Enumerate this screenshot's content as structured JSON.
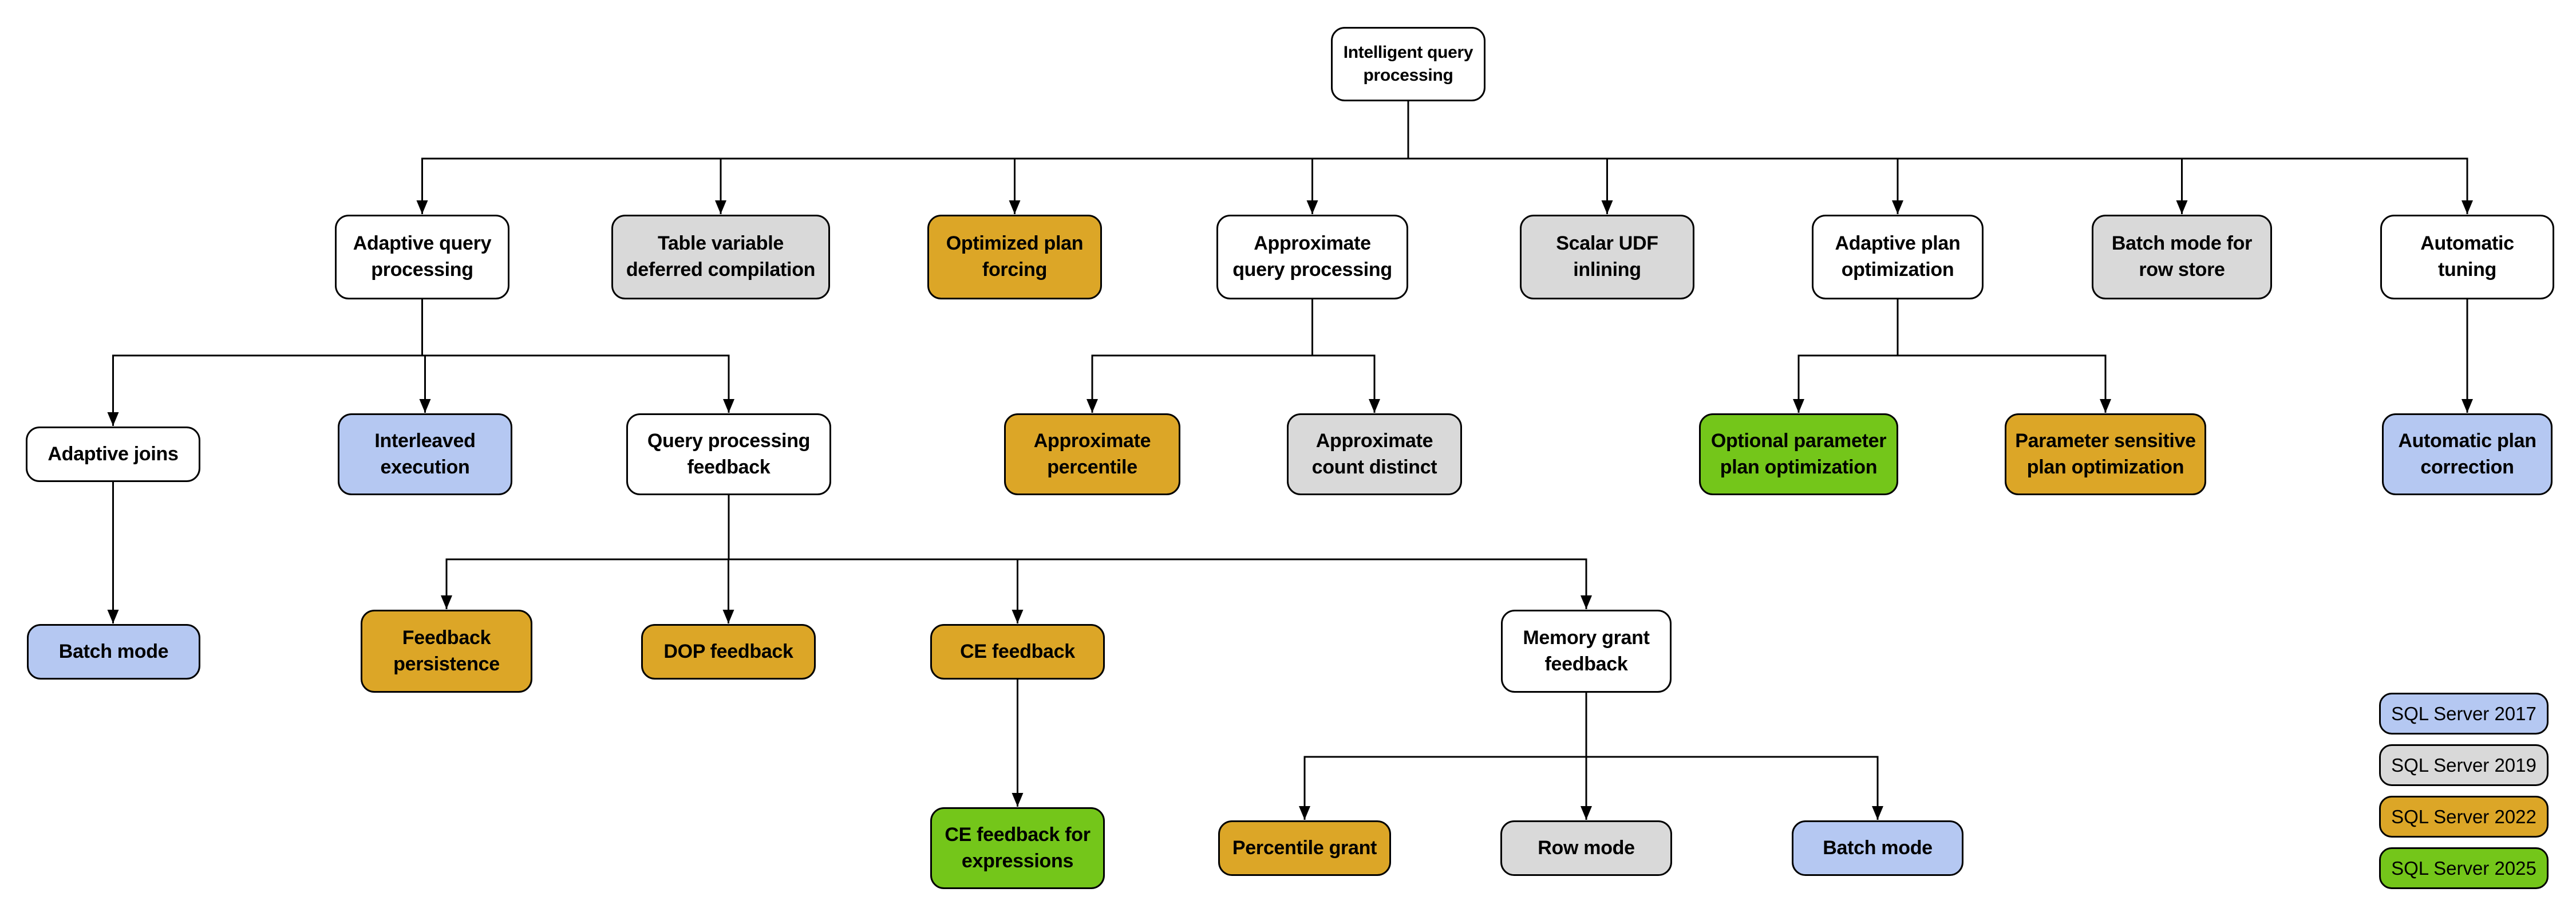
{
  "diagram": {
    "palette": {
      "plain": "#ffffff",
      "v2017": "#b5c8f2",
      "v2019": "#d9d9d9",
      "v2022": "#dca627",
      "v2025": "#74c61a",
      "border": "#000000",
      "line": "#000000"
    },
    "nodes": [
      {
        "id": "root",
        "label": "Intelligent query processing",
        "variant": "plain"
      },
      {
        "id": "aqp",
        "label": "Adaptive query processing",
        "variant": "plain"
      },
      {
        "id": "tvdc",
        "label": "Table variable deferred compilation",
        "variant": "v2019"
      },
      {
        "id": "opf",
        "label": "Optimized plan forcing",
        "variant": "v2022"
      },
      {
        "id": "aqproc",
        "label": "Approximate query processing",
        "variant": "plain"
      },
      {
        "id": "sudf",
        "label": "Scalar UDF inlining",
        "variant": "v2019"
      },
      {
        "id": "apo",
        "label": "Adaptive plan optimization",
        "variant": "plain"
      },
      {
        "id": "bmrs",
        "label": "Batch mode for row store",
        "variant": "v2019"
      },
      {
        "id": "at",
        "label": "Automatic tuning",
        "variant": "plain"
      },
      {
        "id": "aj",
        "label": "Adaptive joins",
        "variant": "plain"
      },
      {
        "id": "ie",
        "label": "Interleaved execution",
        "variant": "v2017"
      },
      {
        "id": "qpf",
        "label": "Query processing feedback",
        "variant": "plain"
      },
      {
        "id": "apct",
        "label": "Approximate percentile",
        "variant": "v2022"
      },
      {
        "id": "acd",
        "label": "Approximate count distinct",
        "variant": "v2019"
      },
      {
        "id": "oppo",
        "label": "Optional parameter plan optimization",
        "variant": "v2025"
      },
      {
        "id": "pspo",
        "label": "Parameter sensitive plan optimization",
        "variant": "v2022"
      },
      {
        "id": "apc",
        "label": "Automatic plan correction",
        "variant": "v2017"
      },
      {
        "id": "bm1",
        "label": "Batch mode",
        "variant": "v2017"
      },
      {
        "id": "fp",
        "label": "Feedback persistence",
        "variant": "v2022"
      },
      {
        "id": "dop",
        "label": "DOP feedback",
        "variant": "v2022"
      },
      {
        "id": "ce",
        "label": "CE feedback",
        "variant": "v2022"
      },
      {
        "id": "mgf",
        "label": "Memory grant feedback",
        "variant": "plain"
      },
      {
        "id": "cefe",
        "label": "CE feedback for expressions",
        "variant": "v2025"
      },
      {
        "id": "pg",
        "label": "Percentile grant",
        "variant": "v2022"
      },
      {
        "id": "rm",
        "label": "Row mode",
        "variant": "v2019"
      },
      {
        "id": "bm2",
        "label": "Batch mode",
        "variant": "v2017"
      }
    ],
    "edges": [
      {
        "from": "root",
        "to": "aqp"
      },
      {
        "from": "root",
        "to": "tvdc"
      },
      {
        "from": "root",
        "to": "opf"
      },
      {
        "from": "root",
        "to": "aqproc"
      },
      {
        "from": "root",
        "to": "sudf"
      },
      {
        "from": "root",
        "to": "apo"
      },
      {
        "from": "root",
        "to": "bmrs"
      },
      {
        "from": "root",
        "to": "at"
      },
      {
        "from": "aqp",
        "to": "aj"
      },
      {
        "from": "aqp",
        "to": "ie"
      },
      {
        "from": "aqp",
        "to": "qpf"
      },
      {
        "from": "aqproc",
        "to": "apct"
      },
      {
        "from": "aqproc",
        "to": "acd"
      },
      {
        "from": "apo",
        "to": "oppo"
      },
      {
        "from": "apo",
        "to": "pspo"
      },
      {
        "from": "at",
        "to": "apc"
      },
      {
        "from": "aj",
        "to": "bm1"
      },
      {
        "from": "qpf",
        "to": "fp"
      },
      {
        "from": "qpf",
        "to": "dop"
      },
      {
        "from": "qpf",
        "to": "ce"
      },
      {
        "from": "qpf",
        "to": "mgf"
      },
      {
        "from": "ce",
        "to": "cefe"
      },
      {
        "from": "mgf",
        "to": "pg"
      },
      {
        "from": "mgf",
        "to": "rm"
      },
      {
        "from": "mgf",
        "to": "bm2"
      }
    ],
    "legend": [
      {
        "id": "sql2017",
        "label": "SQL Server 2017",
        "variant": "v2017"
      },
      {
        "id": "sql2019",
        "label": "SQL Server 2019",
        "variant": "v2019"
      },
      {
        "id": "sql2022",
        "label": "SQL Server 2022",
        "variant": "v2022"
      },
      {
        "id": "sql2025",
        "label": "SQL Server 2025",
        "variant": "v2025"
      }
    ]
  }
}
